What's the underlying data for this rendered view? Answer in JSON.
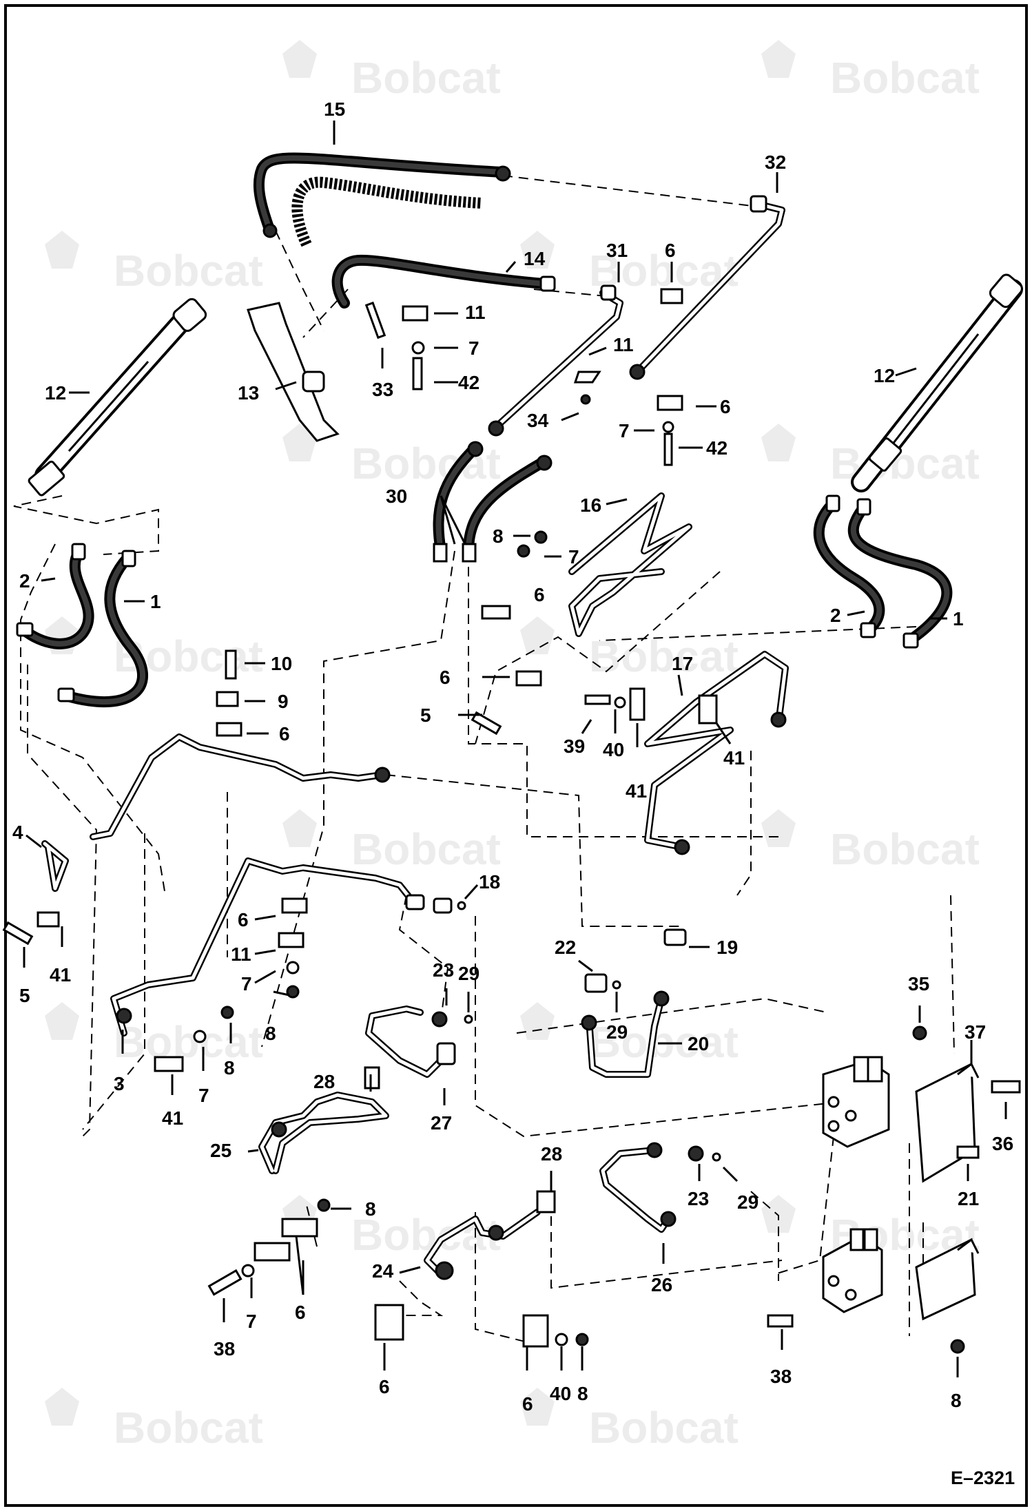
{
  "watermark": {
    "brand": "Bobcat"
  },
  "figure_id": "E–2321",
  "callouts": [
    {
      "id": "c15",
      "label": "15"
    },
    {
      "id": "c32",
      "label": "32"
    },
    {
      "id": "c14",
      "label": "14"
    },
    {
      "id": "c31",
      "label": "31"
    },
    {
      "id": "c6a",
      "label": "6"
    },
    {
      "id": "c11a",
      "label": "11"
    },
    {
      "id": "c7a",
      "label": "7"
    },
    {
      "id": "c42a",
      "label": "42"
    },
    {
      "id": "c33",
      "label": "33"
    },
    {
      "id": "c13",
      "label": "13"
    },
    {
      "id": "c12a",
      "label": "12"
    },
    {
      "id": "c12b",
      "label": "12"
    },
    {
      "id": "c11b",
      "label": "11"
    },
    {
      "id": "c34",
      "label": "34"
    },
    {
      "id": "c6b",
      "label": "6"
    },
    {
      "id": "c7b",
      "label": "7"
    },
    {
      "id": "c42b",
      "label": "42"
    },
    {
      "id": "c30",
      "label": "30"
    },
    {
      "id": "c16",
      "label": "16"
    },
    {
      "id": "c8a",
      "label": "8"
    },
    {
      "id": "c7c",
      "label": "7"
    },
    {
      "id": "c2a",
      "label": "2"
    },
    {
      "id": "c1a",
      "label": "1"
    },
    {
      "id": "c6c",
      "label": "6"
    },
    {
      "id": "c2b",
      "label": "2"
    },
    {
      "id": "c1b",
      "label": "1"
    },
    {
      "id": "c10",
      "label": "10"
    },
    {
      "id": "c9",
      "label": "9"
    },
    {
      "id": "c6d",
      "label": "6"
    },
    {
      "id": "c6e",
      "label": "6"
    },
    {
      "id": "c5a",
      "label": "5"
    },
    {
      "id": "c17",
      "label": "17"
    },
    {
      "id": "c39",
      "label": "39"
    },
    {
      "id": "c40a",
      "label": "40"
    },
    {
      "id": "c41a",
      "label": "41"
    },
    {
      "id": "c41b",
      "label": "41"
    },
    {
      "id": "c4",
      "label": "4"
    },
    {
      "id": "c18",
      "label": "18"
    },
    {
      "id": "c6f",
      "label": "6"
    },
    {
      "id": "c11c",
      "label": "11"
    },
    {
      "id": "c7d",
      "label": "7"
    },
    {
      "id": "c8b",
      "label": "8"
    },
    {
      "id": "c5b",
      "label": "5"
    },
    {
      "id": "c41c",
      "label": "41"
    },
    {
      "id": "c19",
      "label": "19"
    },
    {
      "id": "c22",
      "label": "22"
    },
    {
      "id": "c23a",
      "label": "23"
    },
    {
      "id": "c29a",
      "label": "29"
    },
    {
      "id": "c29b",
      "label": "29"
    },
    {
      "id": "c35",
      "label": "35"
    },
    {
      "id": "c37",
      "label": "37"
    },
    {
      "id": "c3",
      "label": "3"
    },
    {
      "id": "c8c",
      "label": "8"
    },
    {
      "id": "c7e",
      "label": "7"
    },
    {
      "id": "c41d",
      "label": "41"
    },
    {
      "id": "c20",
      "label": "20"
    },
    {
      "id": "c28a",
      "label": "28"
    },
    {
      "id": "c27",
      "label": "27"
    },
    {
      "id": "c36",
      "label": "36"
    },
    {
      "id": "c25",
      "label": "25"
    },
    {
      "id": "c28b",
      "label": "28"
    },
    {
      "id": "c23b",
      "label": "23"
    },
    {
      "id": "c29c",
      "label": "29"
    },
    {
      "id": "c21",
      "label": "21"
    },
    {
      "id": "c8d",
      "label": "8"
    },
    {
      "id": "c24",
      "label": "24"
    },
    {
      "id": "c26",
      "label": "26"
    },
    {
      "id": "c6g",
      "label": "6"
    },
    {
      "id": "c7f",
      "label": "7"
    },
    {
      "id": "c38a",
      "label": "38"
    },
    {
      "id": "c6h",
      "label": "6"
    },
    {
      "id": "c6i",
      "label": "6"
    },
    {
      "id": "c40b",
      "label": "40"
    },
    {
      "id": "c8e",
      "label": "8"
    },
    {
      "id": "c38b",
      "label": "38"
    },
    {
      "id": "c8f",
      "label": "8"
    }
  ]
}
